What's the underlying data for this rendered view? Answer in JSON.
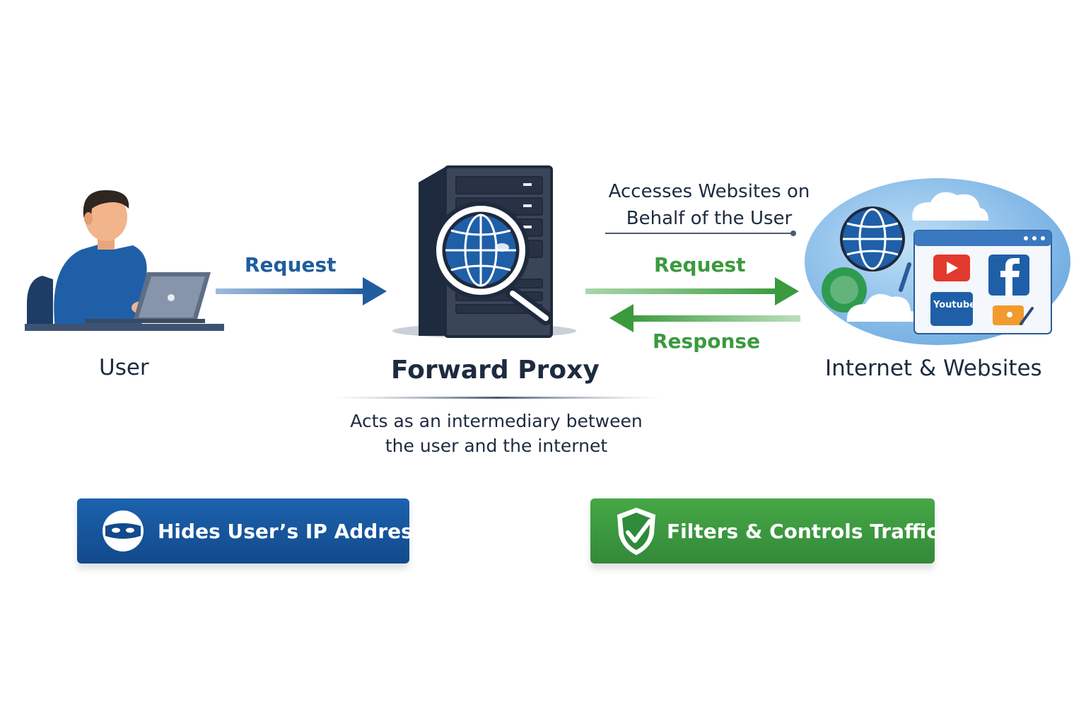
{
  "nodes": {
    "user": {
      "label": "User"
    },
    "proxy": {
      "label": "Forward Proxy",
      "description": "Acts as an intermediary between the user and the internet"
    },
    "internet": {
      "label": "Internet & Websites",
      "annotation": "Accesses Websites on Behalf of the User"
    }
  },
  "arrows": {
    "user_to_proxy": {
      "label": "Request",
      "color": "#1f5d9e"
    },
    "proxy_to_internet": {
      "label": "Request",
      "color": "#3b9a3e"
    },
    "internet_to_proxy": {
      "label": "Response",
      "color": "#3b9a3e"
    }
  },
  "badges": {
    "privacy": {
      "label": "Hides User’s IP Address",
      "icon": "mask-icon",
      "color": "#14539a"
    },
    "filter": {
      "label": "Filters & Controls Traffic",
      "icon": "shield-check-icon",
      "color": "#3c9a3b"
    }
  },
  "website_tiles": {
    "youtube_logo_text": "Youtube"
  }
}
